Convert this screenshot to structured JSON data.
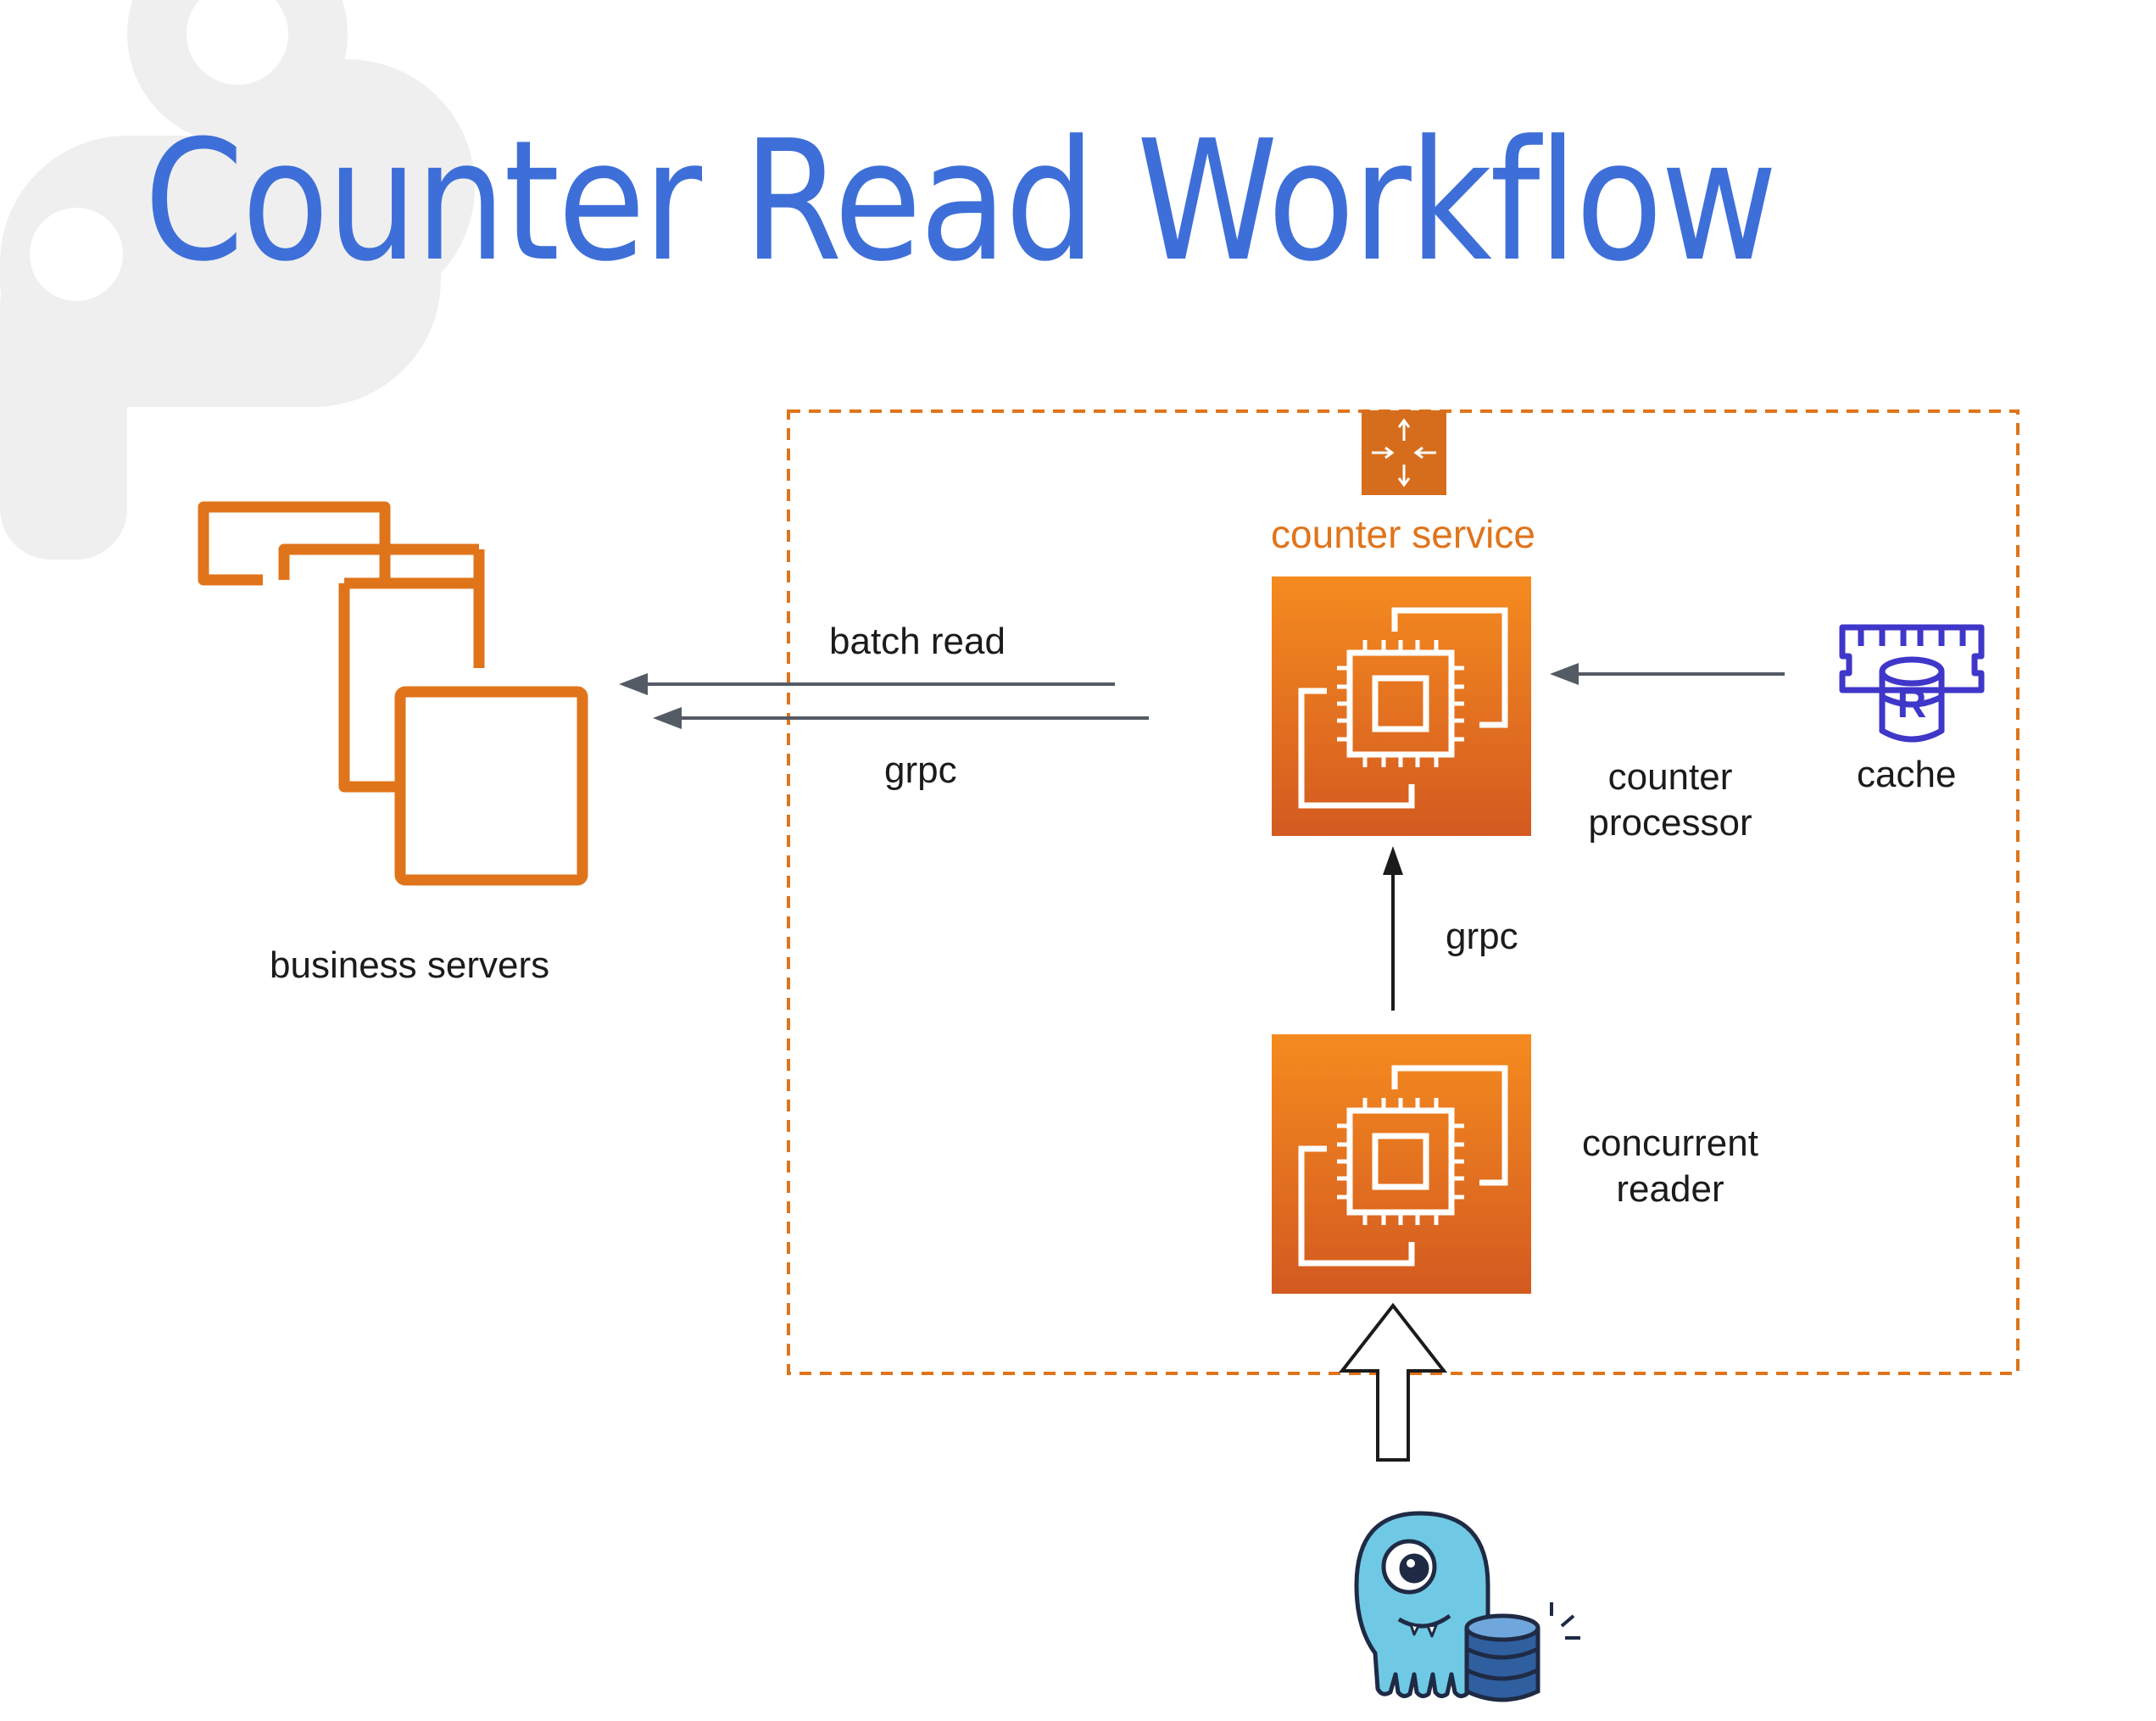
{
  "slide": {
    "title": "Counter Read Workflow"
  },
  "diagram": {
    "group_label": "counter service",
    "nodes": {
      "business_servers": "business servers",
      "counter_processor": [
        "counter",
        "processor"
      ],
      "concurrent_reader": [
        "concurrent",
        "reader"
      ],
      "cache": "cache"
    },
    "edges": {
      "batch_read": "batch read",
      "grpc_left": "grpc",
      "grpc_up": "grpc"
    },
    "icons": {
      "router": "router-arrows-icon",
      "ec2": "ec2-instances-icon",
      "servers": "server-stack-icon",
      "cache": "redis-cache-icon",
      "scylla": "scylladb-mascot-icon"
    },
    "colors": {
      "title": "#3e6fd8",
      "aws_orange": "#e0741b",
      "ec2_top": "#f58b1f",
      "ec2_bottom": "#d35a20",
      "cache_blue": "#3f37c9",
      "arrow_gray": "#545b64",
      "mascot": "#6fc9e4",
      "database": "#2f5f9f"
    }
  }
}
